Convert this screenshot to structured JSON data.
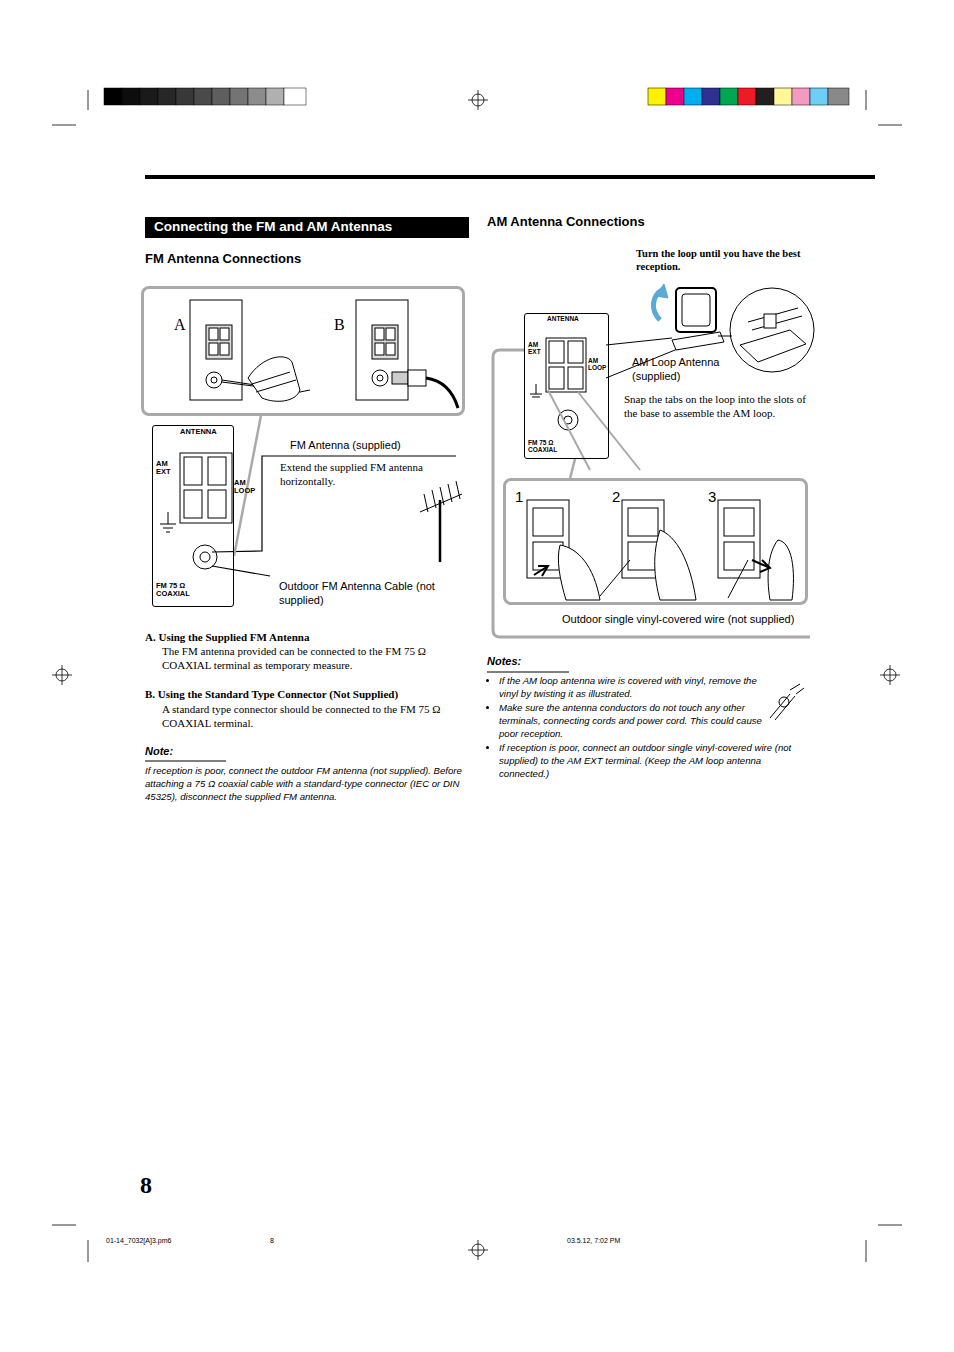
{
  "diagram": {
    "title": "Connecting the FM and AM Antennas",
    "nodes": [
      {
        "text": [
          "A",
          "B"
        ]
      },
      {
        "text": [
          "ANTENNA",
          "AM EXT",
          "AM LOOP",
          "FM 75 Ω COAXIAL"
        ]
      },
      {
        "text": [
          "ANTENNA",
          "AM EXT",
          "AM LOOP",
          "FM 75 Ω COAXIAL"
        ]
      },
      {
        "text": [
          "1",
          "2",
          "3"
        ]
      }
    ],
    "edges": [
      {
        "from": 1,
        "to": 0,
        "arrow": "none"
      },
      {
        "from": 2,
        "to": 3,
        "arrow": "none"
      }
    ],
    "labels": [
      "FM Antenna Connections",
      "AM Antenna Connections",
      "FM Antenna (supplied)",
      "Extend the supplied FM antenna horizontally.",
      "Outdoor FM Antenna Cable (not supplied)",
      "A. Using the Supplied FM Antenna",
      "The FM antenna provided can be connected to the FM 75 Ω COAXIAL terminal as temporary measure.",
      "B. Using the Standard Type Connector (Not Supplied)",
      "A standard type connector should be connected to the FM 75 Ω COAXIAL terminal.",
      "Note:",
      "If reception is poor, connect the outdoor FM antenna (not supplied). Before attaching a 75 Ω coaxial cable with a standard-type connector (IEC or DIN 45325), disconnect the supplied FM antenna.",
      "Turn the loop until you have the best reception.",
      "AM Loop Antenna (supplied)",
      "Snap the tabs on the loop into the slots of the base to assemble the AM loop.",
      "Outdoor single vinyl-covered wire (not supplied)",
      "Notes:",
      "If the AM loop antenna wire is covered with vinyl, remove the vinyl by twisting it as illustrated.",
      "Make sure the antenna conductors do not touch any other terminals, connecting cords and power cord. This could cause poor reception.",
      "If reception is poor, connect an outdoor single vinyl-covered wire (not supplied) to the AM EXT terminal. (Keep the AM loop antenna connected.)",
      "8",
      "01-14_7032[A]3.pm6",
      "8",
      "03.5.12, 7:02 PM"
    ]
  }
}
